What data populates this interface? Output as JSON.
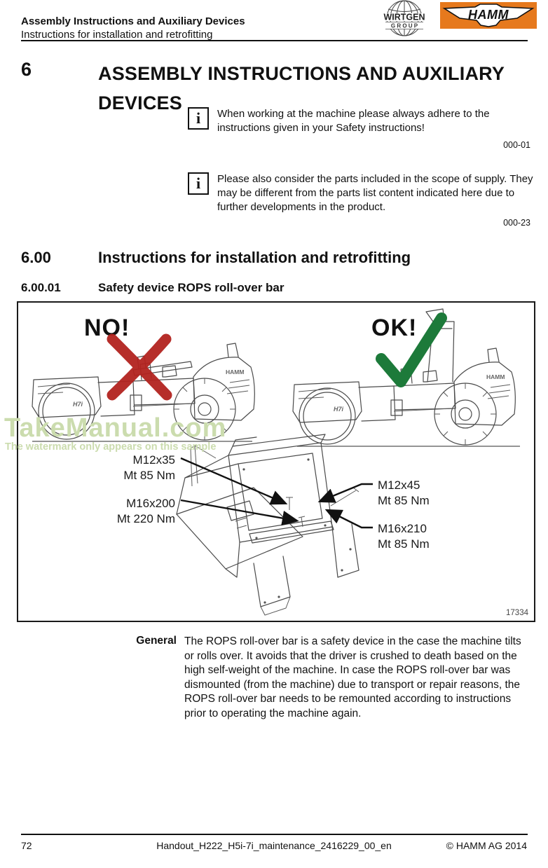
{
  "header": {
    "title": "Assembly Instructions and Auxiliary Devices",
    "subtitle": "Instructions for installation and retrofitting",
    "wirtgen_logo": {
      "line1": "WIRTGEN",
      "line2": "G R O U P"
    },
    "hamm_logo": "HAMM"
  },
  "section": {
    "number": "6",
    "title": "ASSEMBLY INSTRUCTIONS AND AUXILIARY DEVICES"
  },
  "notes": [
    {
      "icon": "i",
      "text": "When working at the machine please always adhere to the instructions given in your Safety instructions!",
      "code": "000-01"
    },
    {
      "icon": "i",
      "text": "Please also consider the parts included in the scope of supply. They may be different from the parts list content indicated here due to further developments in the product.",
      "code": "000-23"
    }
  ],
  "subsection": {
    "number": "6.00",
    "title": "Instructions for installation and retrofitting"
  },
  "subsubsection": {
    "number": "6.00.01",
    "title": "Safety device ROPS roll-over bar"
  },
  "figure": {
    "no_label": "NO!",
    "ok_label": "OK!",
    "machine_brand": "HAMM",
    "machine_model": "H7i",
    "callouts": [
      {
        "line1": "M12x35",
        "line2": "Mt 85 Nm"
      },
      {
        "line1": "M16x200",
        "line2": "Mt 220 Nm"
      },
      {
        "line1": "M12x45",
        "line2": "Mt 85 Nm"
      },
      {
        "line1": "M16x210",
        "line2": "Mt 85 Nm"
      }
    ],
    "figure_number": "17334"
  },
  "watermark": {
    "text": "TakeManual.com",
    "subtext": "The watermark only appears on this sample"
  },
  "general": {
    "label": "General",
    "text": "The ROPS roll-over bar is a safety device in the case the machine tilts or rolls over. It avoids that the driver is crushed to death based on the high self-weight of the machine. In case the ROPS roll-over bar was dismounted (from the machine) due to transport or repair reasons, the ROPS roll-over bar needs to be remounted according to instructions prior to operating the machine again."
  },
  "footer": {
    "page_number": "72",
    "document_name": "Handout_H222_H5i-7i_maintenance_2416229_00_en",
    "copyright": "© HAMM AG 2014"
  },
  "colors": {
    "no_red": "#b3231f",
    "ok_green": "#1d7a3a",
    "hamm_orange": "#e6791d",
    "watermark_green": "#cbdcae"
  }
}
